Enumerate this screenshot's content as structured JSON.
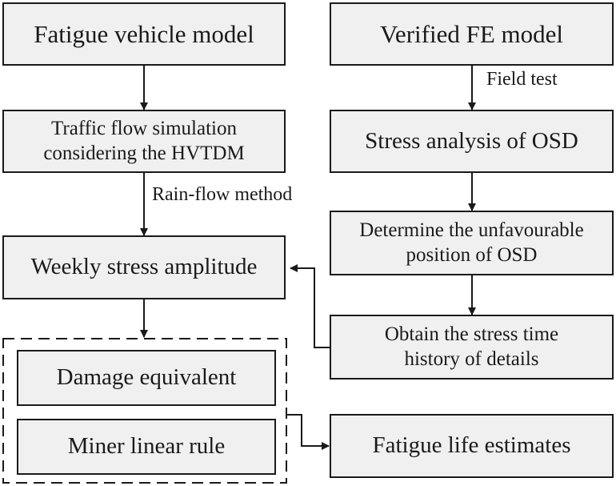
{
  "left_column": {
    "fatigue_vehicle_model": "Fatigue vehicle model",
    "traffic_flow_line1": "Traffic flow simulation",
    "traffic_flow_line2": "considering the HVTDM",
    "weekly_stress_amplitude": "Weekly stress amplitude",
    "damage_equivalent": "Damage equivalent",
    "miner_linear_rule": "Miner linear rule"
  },
  "right_column": {
    "verified_fe_model": "Verified FE model",
    "stress_analysis": "Stress analysis of OSD",
    "unfavourable_line1": "Determine the unfavourable",
    "unfavourable_line2": "position of OSD",
    "stress_history_line1": "Obtain the stress time",
    "stress_history_line2": "history of details",
    "fatigue_life": "Fatigue life estimates"
  },
  "edge_labels": {
    "field_test": "Field test",
    "rain_flow": "Rain-flow method"
  },
  "colors": {
    "box_fill": "#f0f0f0",
    "stroke": "#1a1a1a"
  }
}
